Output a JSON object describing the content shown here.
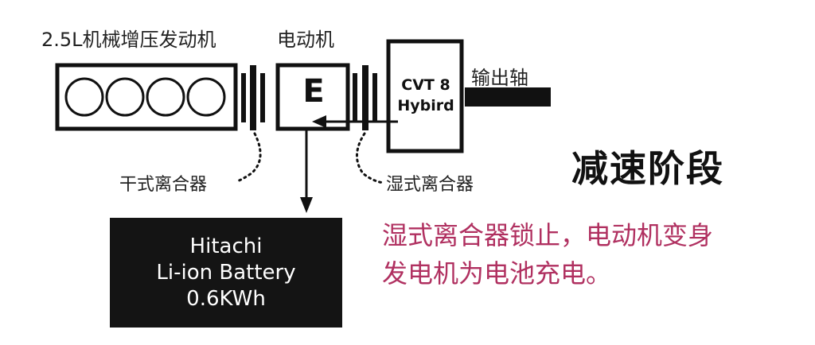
{
  "labels": {
    "engine": "2.5L机械增压发动机",
    "motor": "电动机",
    "motor_symbol": "E",
    "transmission_line1": "CVT 8",
    "transmission_line2": "Hybird",
    "output_shaft": "输出轴",
    "dry_clutch": "干式离合器",
    "wet_clutch": "湿式离合器"
  },
  "stage_title": "减速阶段",
  "caption": {
    "line1": "湿式离合器锁止，电动机变身",
    "line2": "发电机为电池充电。"
  },
  "battery": {
    "line1": "Hitachi",
    "line2": "Li-ion Battery",
    "line3": "0.6KWh"
  },
  "engine_cylinders": 4,
  "colors": {
    "ink": "#111111",
    "caption": "#b03060",
    "battery_bg": "#141414"
  }
}
